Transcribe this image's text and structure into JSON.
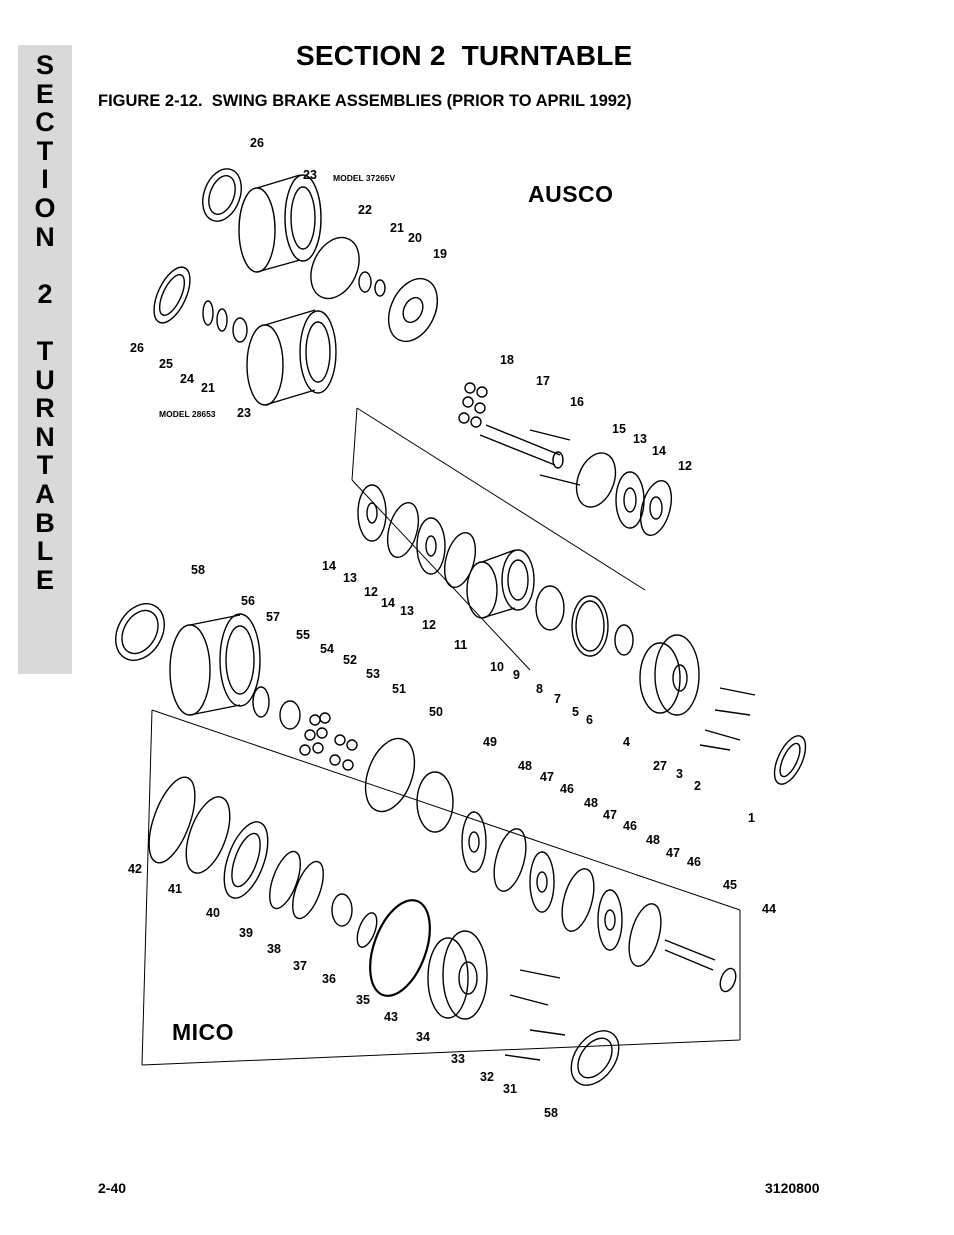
{
  "side_tab": {
    "letters": [
      "S",
      "E",
      "C",
      "T",
      "I",
      "O",
      "N",
      "",
      "2",
      "",
      "T",
      "U",
      "R",
      "N",
      "T",
      "A",
      "B",
      "L",
      "E"
    ]
  },
  "header": {
    "section_title": "SECTION 2  TURNTABLE",
    "figure_title": "FIGURE 2-12.  SWING BRAKE ASSEMBLIES (PRIOR TO APRIL 1992)"
  },
  "diagram": {
    "brand_ausco": "AUSCO",
    "brand_mico": "MICO",
    "model_37265v": "MODEL 37265V",
    "model_28653": "MODEL 28653",
    "callouts": [
      "26",
      "23",
      "22",
      "21",
      "20",
      "19",
      "26",
      "25",
      "24",
      "21",
      "23",
      "18",
      "17",
      "16",
      "15",
      "13",
      "14",
      "12",
      "14",
      "13",
      "12",
      "14",
      "13",
      "12",
      "11",
      "10",
      "9",
      "8",
      "7",
      "5",
      "6",
      "4",
      "27",
      "3",
      "2",
      "1",
      "58",
      "56",
      "57",
      "55",
      "54",
      "52",
      "53",
      "51",
      "50",
      "49",
      "48",
      "47",
      "46",
      "48",
      "47",
      "46",
      "48",
      "47",
      "46",
      "45",
      "44",
      "42",
      "41",
      "40",
      "39",
      "38",
      "37",
      "36",
      "35",
      "43",
      "34",
      "33",
      "32",
      "31",
      "58"
    ]
  },
  "footer": {
    "page_number": "2-40",
    "doc_number": "3120800"
  }
}
